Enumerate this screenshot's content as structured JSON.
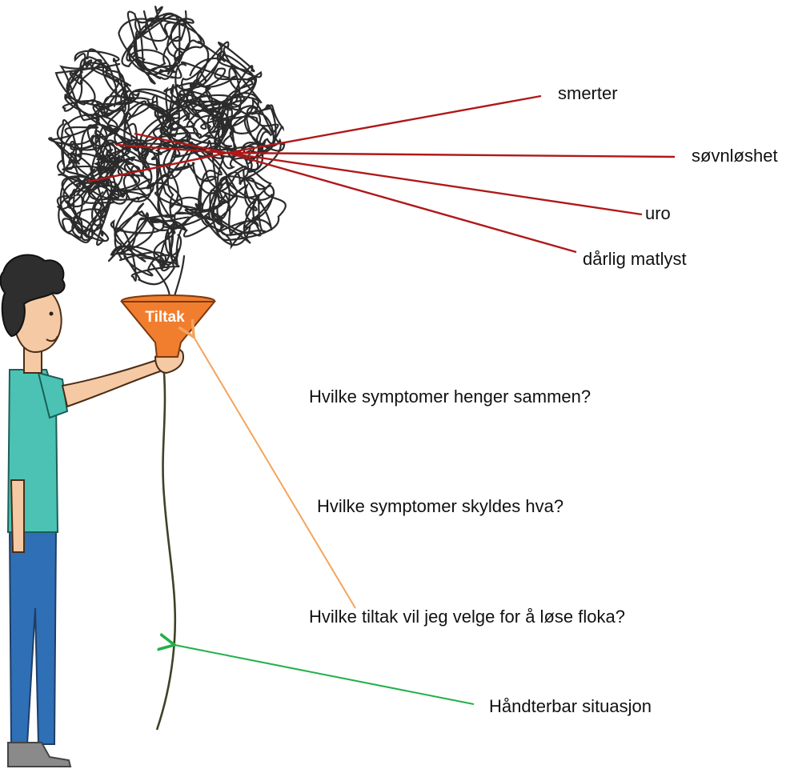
{
  "funnel_label": "Tiltak",
  "symptoms": [
    {
      "label": "smerter"
    },
    {
      "label": "søvnløshet"
    },
    {
      "label": "uro"
    },
    {
      "label": "dårlig matlyst"
    }
  ],
  "questions": [
    {
      "text": "Hvilke symptomer henger sammen?"
    },
    {
      "text": "Hvilke symptomer skyldes hva?"
    },
    {
      "text": "Hvilke tiltak vil jeg velge for å løse floka?"
    }
  ],
  "outcome_label": "Håndterbar situasjon",
  "colors": {
    "symptom_lines": "#b01818",
    "tangle": "#2b2b2b",
    "funnel": "#f07e2e",
    "arrow_orange": "#f4a45c",
    "arrow_green": "#22b04a",
    "string": "#3f4226",
    "shirt": "#4cc2b4",
    "jeans": "#2f6fb5",
    "skin": "#f4c9a4",
    "hair": "#2e2e2e"
  }
}
